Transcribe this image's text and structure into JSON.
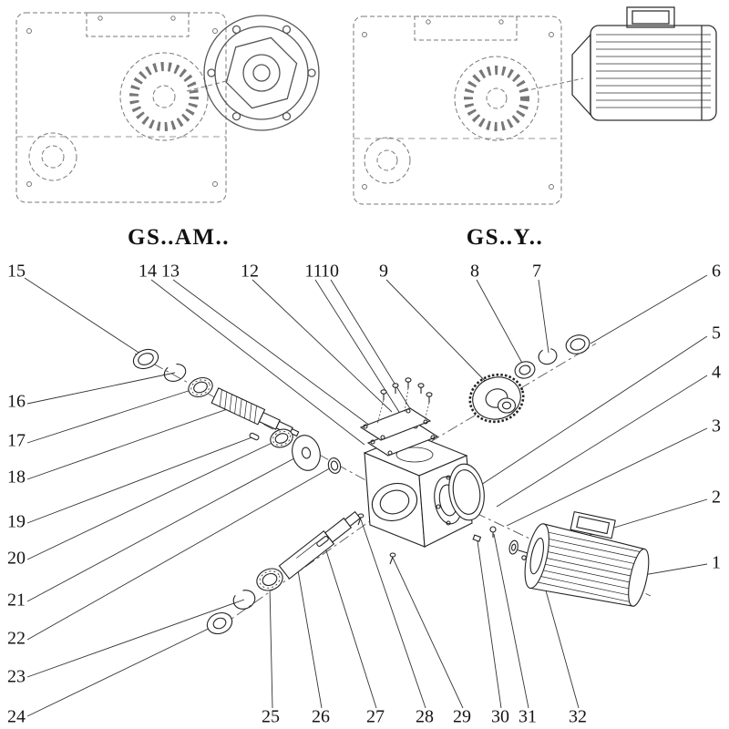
{
  "titles": {
    "left": "GS..AM..",
    "right": "GS..Y.."
  },
  "callouts": [
    "15",
    "14",
    "13",
    "12",
    "11",
    "10",
    "9",
    "8",
    "7",
    "6",
    "5",
    "4",
    "3",
    "2",
    "1",
    "16",
    "17",
    "18",
    "19",
    "20",
    "21",
    "22",
    "23",
    "24",
    "25",
    "26",
    "27",
    "28",
    "29",
    "30",
    "31",
    "32"
  ],
  "colors": {
    "line": "#222222",
    "dashed": "#777777",
    "construction": "#555555"
  }
}
